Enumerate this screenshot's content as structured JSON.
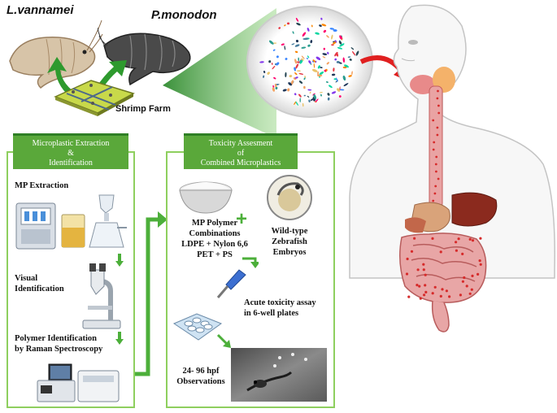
{
  "species": {
    "left": "L.vannamei",
    "right": "P.monodon"
  },
  "farm_label": "Shrimp Farm",
  "panel_left": {
    "header_line1": "Microplastic Extraction",
    "header_line2": "&",
    "header_line3": "Identification",
    "steps": {
      "extraction": "MP Extraction",
      "visual_line1": "Visual",
      "visual_line2": "Identification",
      "polymer_line1": "Polymer Identification",
      "polymer_line2": "by Raman Spectroscopy"
    }
  },
  "panel_right": {
    "header_line1": "Toxicity Assesment",
    "header_line2": "of",
    "header_line3": "Combined Microplastics",
    "mp_line1": "MP Polymer",
    "mp_line2": "Combinations",
    "mp_line3": "LDPE + Nylon 6,6",
    "mp_line4": "PET + PS",
    "zebrafish_line1": "Wild-type",
    "zebrafish_line2": "Zebrafish",
    "zebrafish_line3": "Embryos",
    "plus": "+",
    "assay_line1": "Acute toxicity assay",
    "assay_line2": "in 6-well plates",
    "obs_line1": "24- 96 hpf",
    "obs_line2": "Observations"
  },
  "colors": {
    "green_accent": "#5aa83a",
    "green_border": "#8ecf5e",
    "red_arrow": "#e02020",
    "gut_red": "#d62b2b"
  },
  "icons": [
    "shrimp-icon",
    "shrimp-farm-icon",
    "microplastic-particles-icon",
    "human-body-icon",
    "lab-equipment-icon",
    "microscope-icon",
    "raman-spectrometer-icon",
    "powder-bowl-icon",
    "zebrafish-embryo-icon",
    "pipette-icon",
    "well-plate-icon",
    "zebrafish-larva-icon"
  ]
}
